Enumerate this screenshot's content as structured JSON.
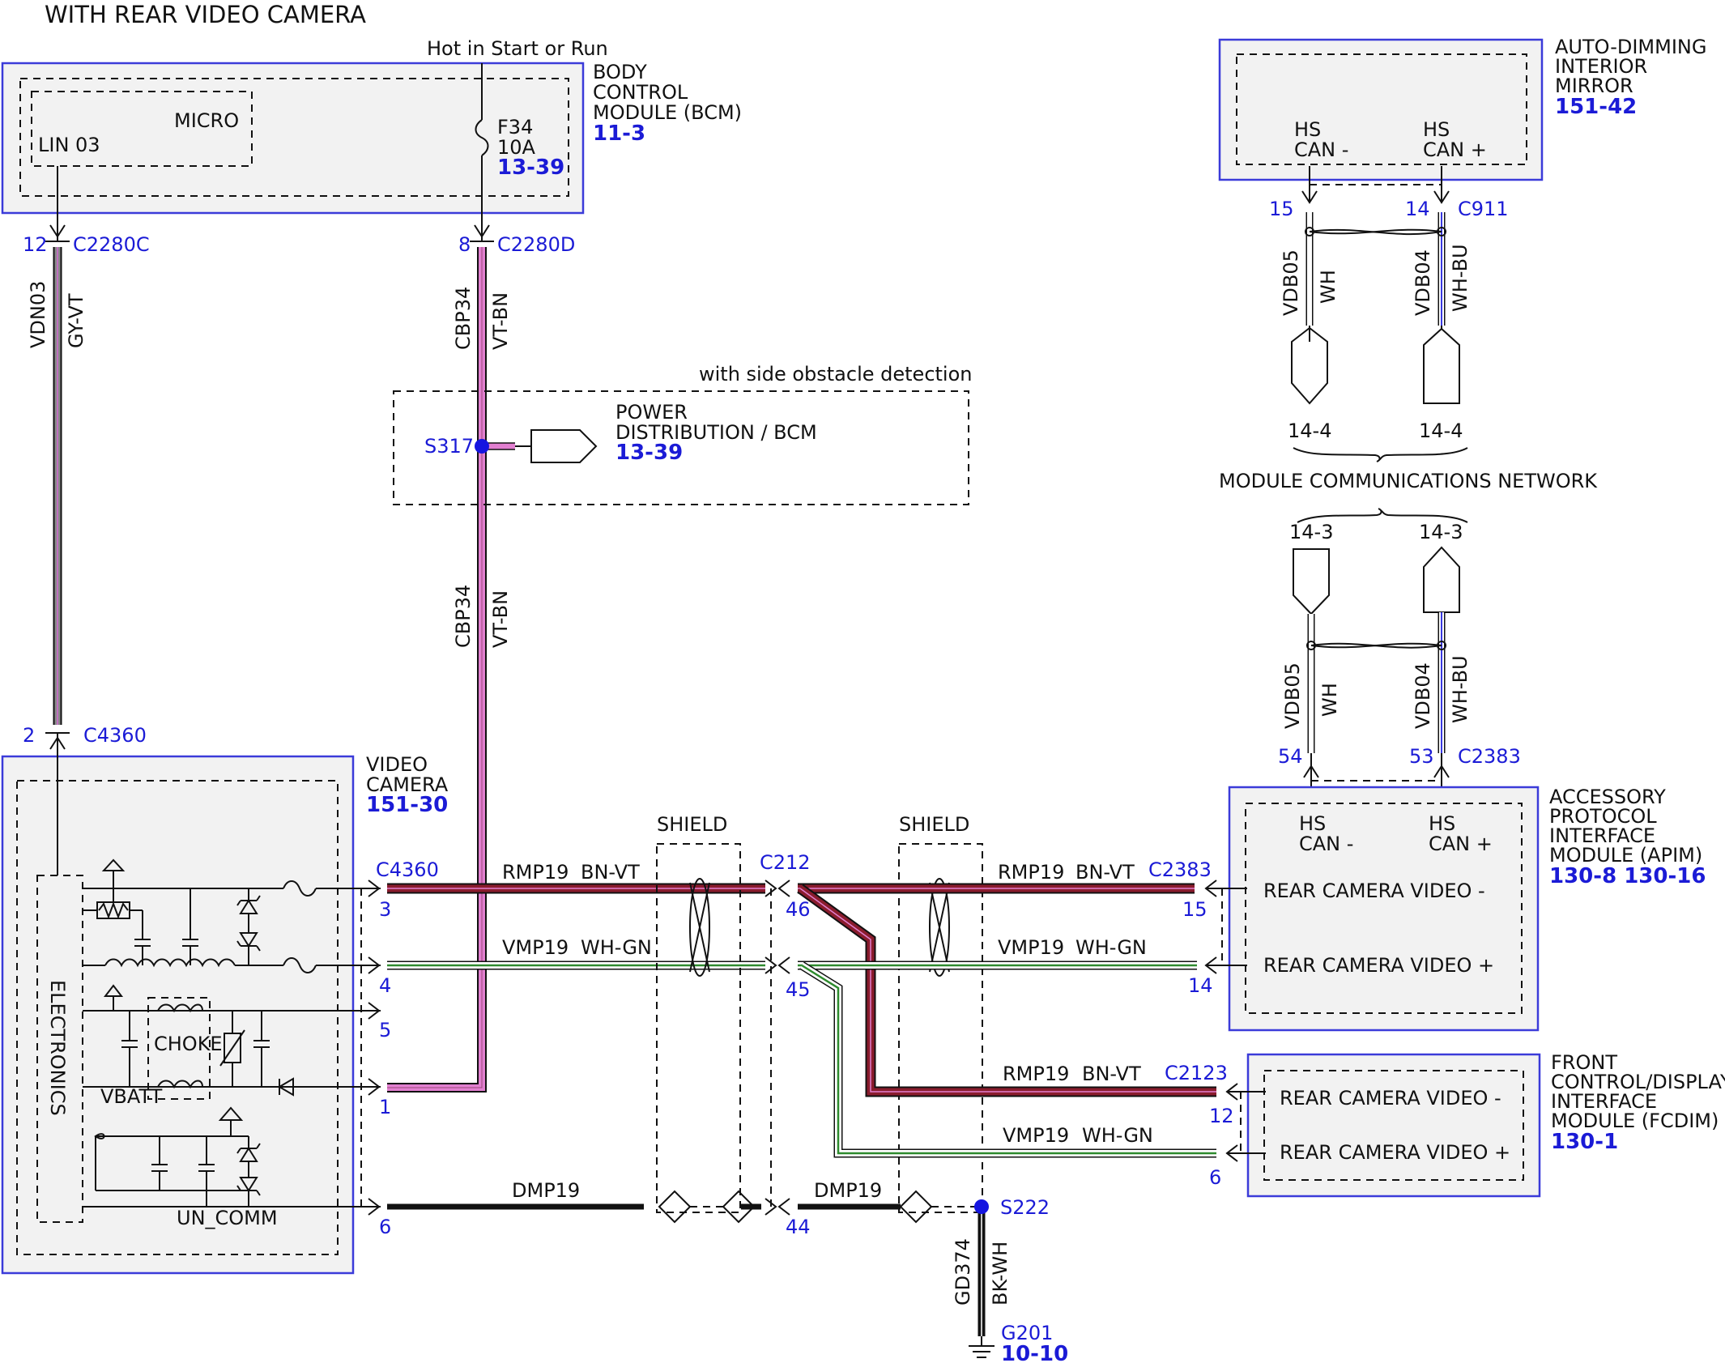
{
  "title": "WITH REAR VIDEO CAMERA",
  "colors": {
    "module_border": "#3b3bd9",
    "ref_text": "#1b1bd6",
    "wire_vt_bn": "#e27fd0",
    "wire_bn_vt": "#8a1c2d",
    "wire_wh_gn": "#2e8b2e",
    "wire_bk": "#111111",
    "wire_gy_vt": "#8a8a8a",
    "wire_wh_bu": "#3a3ae0"
  },
  "bcm": {
    "power_label": "Hot in Start or Run",
    "name_lines": [
      "BODY",
      "CONTROL",
      "MODULE (BCM)"
    ],
    "ref": "11-3",
    "micro_label": "MICRO",
    "lin_label": "LIN 03",
    "fuse": {
      "name": "F34",
      "rating": "10A",
      "ref": "13-39"
    },
    "pin_left": "12",
    "connector_left": "C2280C",
    "pin_right": "8",
    "connector_right": "C2280D"
  },
  "wire_vdn03": {
    "circuit": "VDN03",
    "color": "GY-VT"
  },
  "wire_cbp34_top": {
    "circuit": "CBP34",
    "color": "VT-BN"
  },
  "wire_cbp34_bottom": {
    "circuit": "CBP34",
    "color": "VT-BN"
  },
  "side_obstacle": {
    "label": "with side obstacle detection",
    "splice": "S317",
    "dest_lines": [
      "POWER",
      "DISTRIBUTION / BCM"
    ],
    "dest_ref": "13-39"
  },
  "mirror": {
    "name_lines": [
      "AUTO-DIMMING",
      "INTERIOR",
      "MIRROR"
    ],
    "ref": "151-42",
    "can_low": [
      "HS",
      "CAN -"
    ],
    "can_high": [
      "HS",
      "CAN +"
    ],
    "pin_low": "15",
    "pin_high": "14",
    "connector": "C911",
    "wire_low": {
      "circuit": "VDB05",
      "color": "WH"
    },
    "wire_high": {
      "circuit": "VDB04",
      "color": "WH-BU"
    },
    "page_ref_low": "14-4",
    "page_ref_high": "14-4"
  },
  "network_label": "MODULE COMMUNICATIONS NETWORK",
  "apim": {
    "page_ref_low": "14-3",
    "page_ref_high": "14-3",
    "wire_low": {
      "circuit": "VDB05",
      "color": "WH"
    },
    "wire_high": {
      "circuit": "VDB04",
      "color": "WH-BU"
    },
    "pin_low": "54",
    "pin_high": "53",
    "connector": "C2383",
    "name_lines": [
      "ACCESSORY",
      "PROTOCOL",
      "INTERFACE",
      "MODULE (APIM)"
    ],
    "ref": "130-8  130-16",
    "can_low": [
      "HS",
      "CAN -"
    ],
    "can_high": [
      "HS",
      "CAN +"
    ],
    "video_neg": "REAR CAMERA VIDEO -",
    "video_pos": "REAR CAMERA VIDEO +",
    "pin_video_neg": "15",
    "pin_video_pos": "14",
    "connector_video": "C2383"
  },
  "camera": {
    "name_lines": [
      "VIDEO",
      "CAMERA"
    ],
    "ref": "151-30",
    "pin_top": "2",
    "connector_top": "C4360",
    "connector_side": "C4360",
    "electronics_label": "ELECTRONICS",
    "choke_label": "CHOKE",
    "vbatt_label": "VBATT",
    "uncomm_label": "UN_COMM",
    "pins": [
      "3",
      "4",
      "5",
      "1",
      "6"
    ]
  },
  "harness": {
    "shield_left": "SHIELD",
    "shield_right": "SHIELD",
    "inline_connector": "C212",
    "rmp19_left": {
      "circuit": "RMP19",
      "color": "BN-VT"
    },
    "vmp19_left": {
      "circuit": "VMP19",
      "color": "WH-GN"
    },
    "dmp19_left": "DMP19",
    "dmp19_right": "DMP19",
    "rmp19_apim": {
      "circuit": "RMP19",
      "color": "BN-VT"
    },
    "vmp19_apim": {
      "circuit": "VMP19",
      "color": "WH-GN"
    },
    "rmp19_fcdim": {
      "circuit": "RMP19",
      "color": "BN-VT"
    },
    "vmp19_fcdim": {
      "circuit": "VMP19",
      "color": "WH-GN"
    },
    "pin_46": "46",
    "pin_45": "45",
    "pin_44": "44"
  },
  "ground": {
    "splice": "S222",
    "wire": {
      "circuit": "GD374",
      "color": "BK-WH"
    },
    "ground_name": "G201",
    "ground_ref": "10-10"
  },
  "fcdim": {
    "name_lines": [
      "FRONT",
      "CONTROL/DISPLAY",
      "INTERFACE",
      "MODULE (FCDIM)"
    ],
    "ref": "130-1",
    "connector": "C2123",
    "video_neg": "REAR CAMERA VIDEO -",
    "video_pos": "REAR CAMERA VIDEO +",
    "pin_video_neg": "12",
    "pin_video_pos": "6"
  }
}
